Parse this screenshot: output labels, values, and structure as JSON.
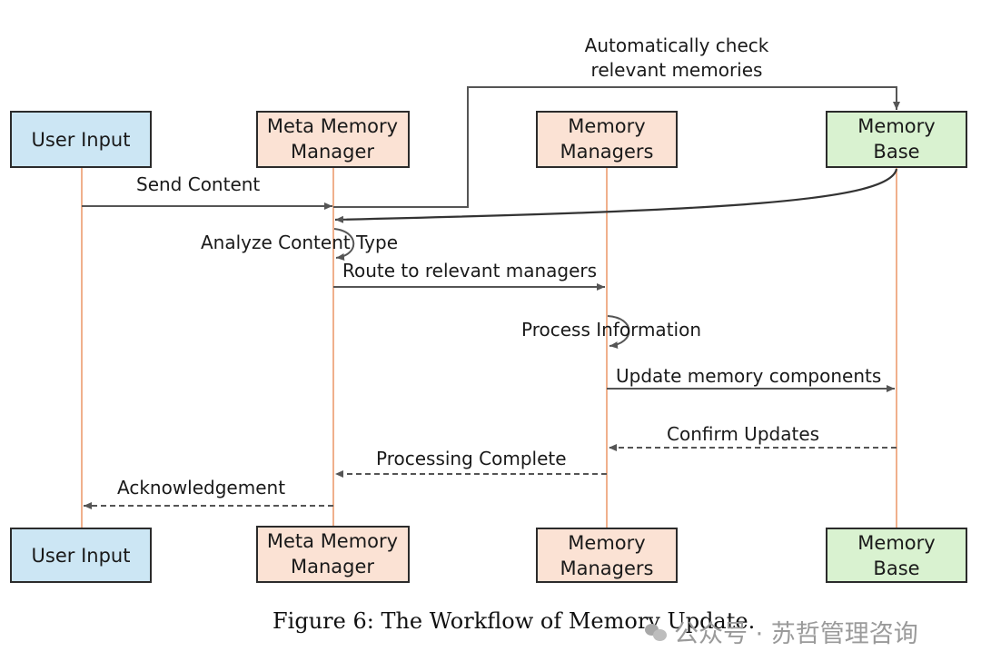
{
  "participants": [
    {
      "id": "user",
      "label_lines": [
        "User Input"
      ],
      "fill": "#cce6f4"
    },
    {
      "id": "meta",
      "label_lines": [
        "Meta Memory",
        "Manager"
      ],
      "fill": "#fbe2d4"
    },
    {
      "id": "managers",
      "label_lines": [
        "Memory",
        "Managers"
      ],
      "fill": "#fbe2d4"
    },
    {
      "id": "base",
      "label_lines": [
        "Memory",
        "Base"
      ],
      "fill": "#d9f2d0"
    }
  ],
  "messages": {
    "auto_check_line1": "Automatically check",
    "auto_check_line2": "relevant memories",
    "send_content": "Send Content",
    "analyze_content_type": "Analyze Content Type",
    "route": "Route to relevant managers",
    "process_information": "Process Information",
    "update_components": "Update memory components",
    "confirm_updates": "Confirm Updates",
    "processing_complete": "Processing Complete",
    "acknowledgement": "Acknowledgement"
  },
  "caption": "Figure 6: The Workflow of Memory Update.",
  "watermark": "公众号 · 苏哲管理咨询",
  "colors": {
    "lifeline": "#f0b08c",
    "arrow": "#555555",
    "box_border": "#2b2b2b"
  }
}
